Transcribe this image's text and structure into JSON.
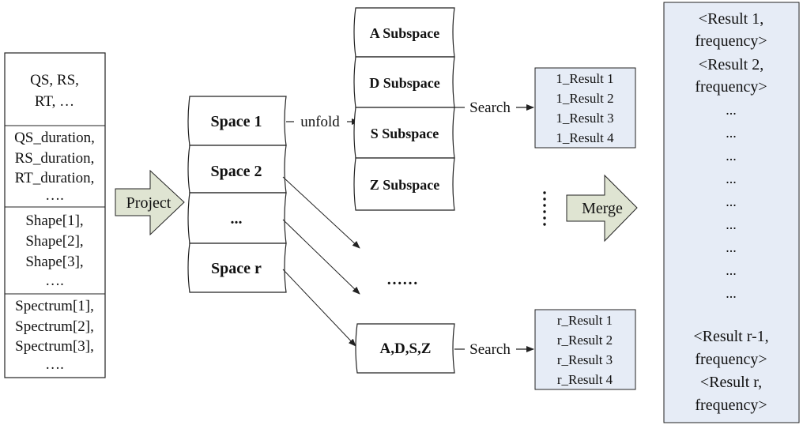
{
  "features": {
    "group1": [
      "QS, RS,",
      "RT, …"
    ],
    "group2": [
      "QS_duration,",
      "RS_duration,",
      "RT_duration,",
      "…."
    ],
    "group3": [
      "Shape[1],",
      "Shape[2],",
      "Shape[3],",
      "…."
    ],
    "group4": [
      "Spectrum[1],",
      "Spectrum[2],",
      "Spectrum[3],",
      "…."
    ]
  },
  "project_label": "Project",
  "spaces": [
    "Space 1",
    "Space 2",
    "...",
    "Space r"
  ],
  "unfold_label": "unfold",
  "subspaces": [
    "A Subspace",
    "D Subspace",
    "S Subspace",
    "Z Subspace"
  ],
  "combined_subspace": "A,D,S,Z",
  "search_label_1": "Search",
  "search_label_2": "Search",
  "results_1": [
    "1_Result 1",
    "1_Result 2",
    "1_Result 3",
    "1_Result 4"
  ],
  "results_r": [
    "r_Result 1",
    "r_Result 2",
    "r_Result 3",
    "r_Result 4"
  ],
  "ellipsis_horizontal": "……",
  "merge_label": "Merge",
  "merged": {
    "top": [
      "<Result 1,",
      "frequency>",
      "<Result 2,",
      "frequency>"
    ],
    "dots": [
      "...",
      "...",
      "...",
      "...",
      "...",
      "...",
      "...",
      "...",
      "..."
    ],
    "bottom": [
      "<Result r-1,",
      "frequency>",
      "<Result r,",
      "frequency>"
    ]
  },
  "colors": {
    "arrow_fill": "#dfe4d2",
    "result_fill": "#e6ecf6",
    "line": "#222222"
  }
}
